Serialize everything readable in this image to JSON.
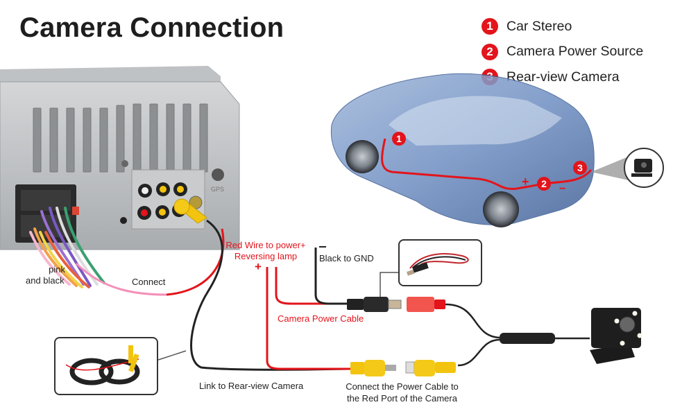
{
  "title": "Camera Connection",
  "legend": [
    {
      "number": "1",
      "label": "Car Stereo"
    },
    {
      "number": "2",
      "label": "Camera Power Source"
    },
    {
      "number": "3",
      "label": "Rear-view Camera"
    }
  ],
  "car_markers": {
    "marker_1": "1",
    "marker_2": "2",
    "marker_3": "3",
    "plus_sign": "+",
    "minus_sign": "−"
  },
  "stereo": {
    "gps_label": "GPS"
  },
  "labels": {
    "pink_and_black_line1": "pink",
    "pink_and_black_line2": "and black",
    "connect": "Connect",
    "red_wire_line1": "Red Wire to power+",
    "red_wire_line2": "Reversing lamp",
    "plus_sign": "+",
    "minus_sign": "−",
    "black_to_gnd": "Black to GND",
    "camera_power_cable": "Camera Power Cable",
    "link_to_camera": "Link to Rear-view Camera",
    "connect_power_line1": "Connect the Power Cable to",
    "connect_power_line2": "the Red Port of the Camera"
  },
  "colors": {
    "accent_red": "#e3141b",
    "wire_black": "#222222",
    "wire_pink": "#f48fb8",
    "rca_yellow": "#f2c40f",
    "dc_red": "#f2544e",
    "stereo_gray": "#b9bcbf",
    "car_blue": "#6e8fc0"
  }
}
